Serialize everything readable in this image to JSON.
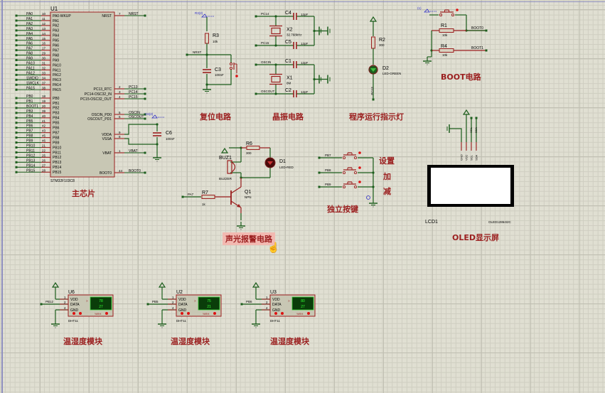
{
  "app": "Proteus ISIS schematic",
  "colors": {
    "wire": "#1d5e1d",
    "pin": "#9b1f1f",
    "body_fill": "#c8c7b4",
    "label": "#9b1f1f",
    "probe": "#2c2cc8",
    "lcd_fill": "#ffffff",
    "dht_display": "#0a3d0a"
  },
  "mcu": {
    "ref": "U1",
    "part": "STM32F103C8",
    "left_pins": [
      {
        "net": "PA0",
        "num": "10",
        "name": "PA0-WKUP"
      },
      {
        "net": "PA1",
        "num": "11",
        "name": "PA1"
      },
      {
        "net": "PA2",
        "num": "12",
        "name": "PA2"
      },
      {
        "net": "PA3",
        "num": "13",
        "name": "PA3"
      },
      {
        "net": "PA4",
        "num": "14",
        "name": "PA4"
      },
      {
        "net": "PA5",
        "num": "15",
        "name": "PA5"
      },
      {
        "net": "PA6",
        "num": "16",
        "name": "PA6"
      },
      {
        "net": "PA7",
        "num": "17",
        "name": "PA7"
      },
      {
        "net": "PA8",
        "num": "29",
        "name": "PA8"
      },
      {
        "net": "PA9",
        "num": "30",
        "name": "PA9"
      },
      {
        "net": "PA10",
        "num": "31",
        "name": "PA10"
      },
      {
        "net": "PA11",
        "num": "32",
        "name": "PA11"
      },
      {
        "net": "PA12",
        "num": "33",
        "name": "PA12"
      },
      {
        "net": "SWDIO",
        "num": "34",
        "name": "PA13"
      },
      {
        "net": "SWCLK",
        "num": "37",
        "name": "PA14"
      },
      {
        "net": "PA15",
        "num": "38",
        "name": "PA15"
      },
      {
        "net": "PB0",
        "num": "18",
        "name": "PB0"
      },
      {
        "net": "PB1",
        "num": "19",
        "name": "PB1"
      },
      {
        "net": "BOOT1",
        "num": "20",
        "name": "PB2"
      },
      {
        "net": "PB3",
        "num": "39",
        "name": "PB3"
      },
      {
        "net": "PB4",
        "num": "40",
        "name": "PB4"
      },
      {
        "net": "PB5",
        "num": "41",
        "name": "PB5"
      },
      {
        "net": "PB6",
        "num": "42",
        "name": "PB6"
      },
      {
        "net": "PB7",
        "num": "43",
        "name": "PB7"
      },
      {
        "net": "PB8",
        "num": "45",
        "name": "PB8"
      },
      {
        "net": "PB9",
        "num": "46",
        "name": "PB9"
      },
      {
        "net": "PB10",
        "num": "21",
        "name": "PB10"
      },
      {
        "net": "PB11",
        "num": "22",
        "name": "PB11"
      },
      {
        "net": "PB12",
        "num": "25",
        "name": "PB12"
      },
      {
        "net": "PB13",
        "num": "26",
        "name": "PB13"
      },
      {
        "net": "PB14",
        "num": "27",
        "name": "PB14"
      },
      {
        "net": "PB15",
        "num": "28",
        "name": "PB15"
      }
    ],
    "right_pins": [
      {
        "net": "NRST",
        "num": "7",
        "name": "NRST"
      },
      {
        "net": "PC13",
        "num": "2",
        "name": "PC13_RTC"
      },
      {
        "net": "PC14",
        "num": "3",
        "name": "PC14-OSC32_IN"
      },
      {
        "net": "PC15",
        "num": "4",
        "name": "PC15-OSC32_OUT"
      },
      {
        "net": "OSCIN",
        "num": "5",
        "name": "OSCIN_PD0"
      },
      {
        "net": "OSCOUT",
        "num": "6",
        "name": "OSCOUT_PD1"
      },
      {
        "net": "",
        "num": "9",
        "name": "VDDA"
      },
      {
        "net": "",
        "num": "8",
        "name": "VSSA"
      },
      {
        "net": "VBAT",
        "num": "1",
        "name": "VBAT"
      },
      {
        "net": "BOOT0",
        "num": "44",
        "name": "BOOT0"
      }
    ]
  },
  "c6": {
    "ref": "C6",
    "value": "100nF",
    "probe": "C6(2)"
  },
  "reset": {
    "probe": "R3(2)",
    "r_ref": "R3",
    "r_val": "10k",
    "net": "NRST",
    "c_ref": "C3",
    "c_val": "100nF"
  },
  "crystal": {
    "net1": "PC14",
    "net2": "PC15",
    "c4": "C4",
    "c4v": "12pF",
    "c5": "C5",
    "c5v": "12pF",
    "x2": "X2",
    "x2v": "32.768kHz",
    "net3": "OSCIN",
    "net4": "OSCOUT",
    "c1": "C1",
    "c1v": "12pF",
    "c2": "C2",
    "c2v": "12pF",
    "x1": "X1",
    "x1v": "8M"
  },
  "led_run": {
    "r_ref": "R2",
    "r_val": "300",
    "d_ref": "D2",
    "d_val": "LED-GREEN",
    "net": "PC13"
  },
  "boot": {
    "probe": "(1)",
    "r1": "R1",
    "r1v": "10k",
    "r4": "R4",
    "r4v": "10k",
    "net0": "BOOT0",
    "net1": "BOOT1"
  },
  "oled": {
    "ref": "LCD1",
    "part": "OLED12864I2C",
    "pins": [
      "GND",
      "VCC",
      "SCL",
      "SDA"
    ],
    "nets": [
      "",
      "",
      "SCL",
      "SDA"
    ]
  },
  "alarm": {
    "r6": "R6",
    "r6v": "300",
    "buz": "BUZ1",
    "buzv": "BUZZER",
    "d1": "D1",
    "d1v": "LED-RED",
    "r7": "R7",
    "r7v": "1k",
    "net": "PA7",
    "q1": "Q1",
    "q1v": "NPN"
  },
  "keys": {
    "nets": [
      "PB7",
      "PB8",
      "PB9"
    ],
    "labels": [
      "设置",
      "加",
      "减"
    ]
  },
  "dht": [
    {
      "ref": "U6",
      "net": "PB12",
      "part": "DHT11",
      "hum": "78",
      "temp": "27"
    },
    {
      "ref": "U2",
      "net": "PB5",
      "part": "DHT11",
      "hum": "75",
      "temp": "21"
    },
    {
      "ref": "U3",
      "net": "PB6",
      "part": "DHT11",
      "hum": "80",
      "temp": "27"
    }
  ],
  "dht_pins": [
    {
      "num": "1",
      "name": "VDD"
    },
    {
      "num": "2",
      "name": "DATA"
    },
    {
      "num": "4",
      "name": "GND"
    }
  ],
  "dht_unit": "%RH",
  "sections": {
    "main_chip": "主芯片",
    "reset": "复位电路",
    "crystal": "晶振电路",
    "run_led": "程序运行指示灯",
    "boot": "BOOT电路",
    "oled": "OLED显示屏",
    "alarm": "声光报警电路",
    "keys": "独立按键",
    "dht1": "温湿度模块",
    "dht2": "温湿度模块",
    "dht3": "温湿度模块"
  }
}
